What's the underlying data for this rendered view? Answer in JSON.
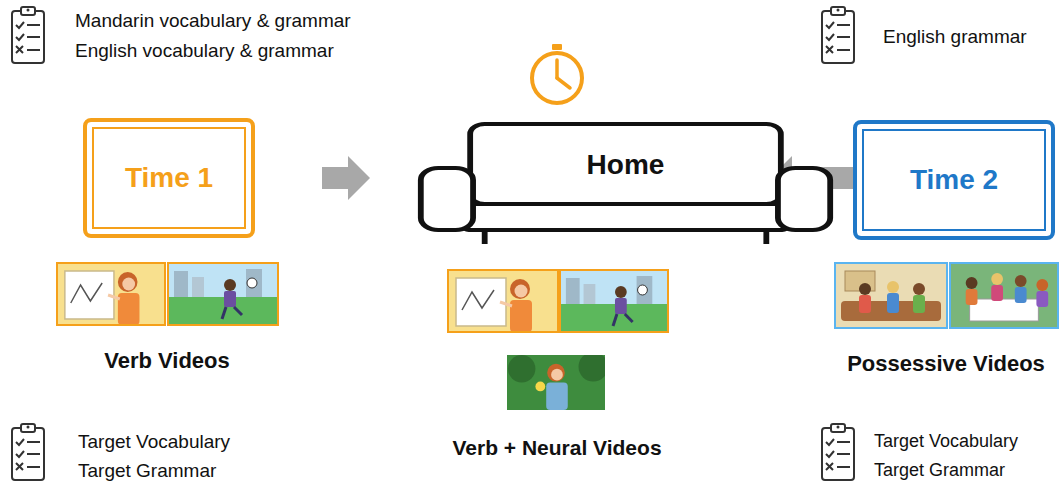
{
  "diagram": {
    "nodes": [
      {
        "text": [
          "Time 1"
        ]
      },
      {
        "text": [
          "Home"
        ]
      },
      {
        "text": [
          "Time 2"
        ]
      }
    ],
    "edges": [
      {
        "from": 0,
        "to": 1,
        "arrow": "to"
      },
      {
        "from": 1,
        "to": 2,
        "arrow": "to"
      }
    ],
    "labels": [
      "Mandarin vocabulary & grammar",
      "English vocabulary & grammar",
      "Verb Videos",
      "Target Vocabulary",
      "Target Grammar",
      "Verb + Neural Videos",
      "English grammar",
      "Possessive Videos",
      "Target Vocabulary",
      "Target Grammar"
    ]
  }
}
